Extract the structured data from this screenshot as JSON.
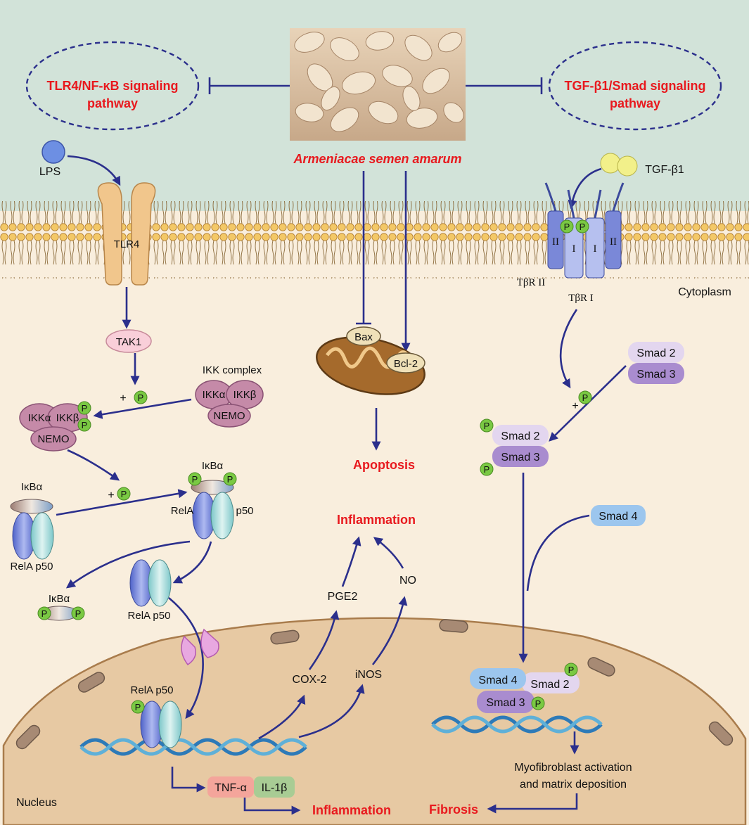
{
  "title_left": {
    "line1": "TLR4/NF-κB signaling",
    "line2": "pathway"
  },
  "title_right": {
    "line1": "TGF-β1/Smad signaling",
    "line2": "pathway"
  },
  "herb_name": "Armeniacae semen amarum",
  "compartments": {
    "cytoplasm": "Cytoplasm",
    "nucleus": "Nucleus"
  },
  "left_pathway": {
    "lps": "LPS",
    "tlr4": "TLR4",
    "tak1": "TAK1",
    "plus_p": "+",
    "ikk_complex": "IKK complex",
    "ikka": "IKKα",
    "ikkb": "IKKβ",
    "nemo": "NEMO",
    "ikba": "IκBα",
    "rela": "RelA",
    "p50": "p50",
    "rela_p50": "RelA p50",
    "tnfa": "TNF-α",
    "il1b": "IL-1β",
    "cox2": "COX-2",
    "inos": "iNOS",
    "pge2": "PGE2",
    "no": "NO",
    "inflammation_top": "Inflammation",
    "inflammation_bottom": "Inflammation"
  },
  "center": {
    "bax": "Bax",
    "bcl2": "Bcl-2",
    "apoptosis": "Apoptosis"
  },
  "right_pathway": {
    "tgfb1": "TGF-β1",
    "tbr2": "TβR II",
    "tbr1": "TβR I",
    "roman_2": "II",
    "roman_1": "I",
    "smad2": "Smad 2",
    "smad3": "Smad 3",
    "smad4": "Smad 4",
    "myofibroblast_1": "Myofibroblast activation",
    "myofibroblast_2": "and matrix  deposition",
    "fibrosis": "Fibrosis"
  },
  "phospho": "P",
  "colors": {
    "extracellular": "#d2e3d9",
    "cytoplasm": "#f9eedd",
    "nucleus": "#e7c9a3",
    "arrow": "#2b2f8c",
    "red_text": "#e8191e",
    "phospho_green": "#7ac943"
  }
}
